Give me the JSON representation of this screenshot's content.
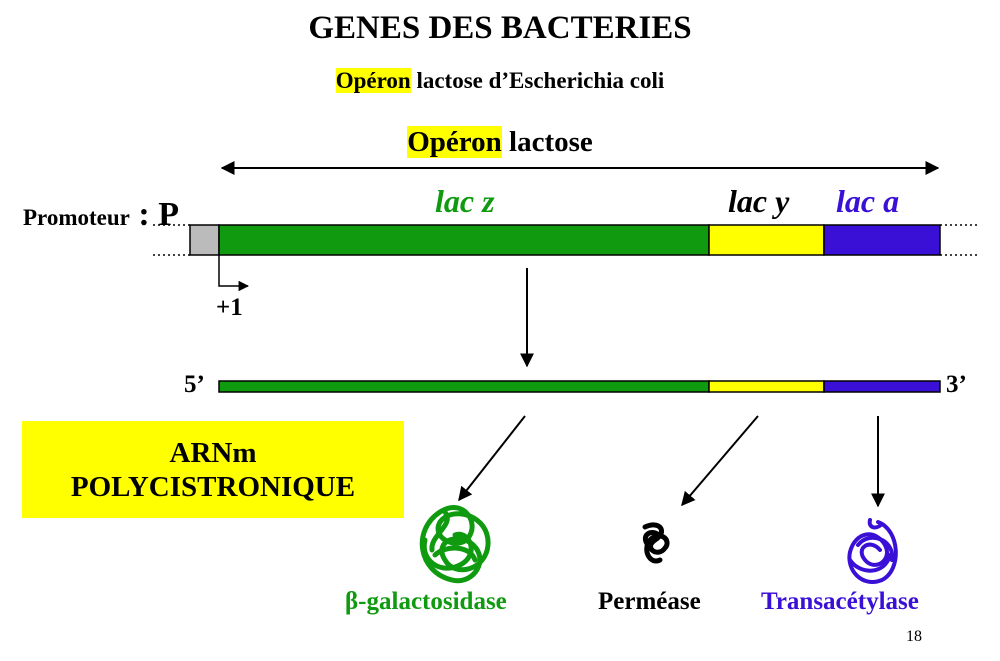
{
  "title": "GENES DES BACTERIES",
  "subtitle": {
    "highlight": "Opéron",
    "rest": " lactose d’Escherichia coli"
  },
  "operon_label": {
    "highlight": "Opéron",
    "rest": " lactose"
  },
  "promoter": {
    "label": "Promoteur",
    "colon": " : ",
    "letter": "P"
  },
  "genes": [
    {
      "name": "lac z",
      "color": "#0f9a0f"
    },
    {
      "name": "lac y",
      "color": "#000000"
    },
    {
      "name": "lac a",
      "color": "#3a0fd6"
    }
  ],
  "start_site": "+1",
  "mrna": {
    "five_end": "5’",
    "three_end": "3’"
  },
  "arnm_box": {
    "line1": "ARNm",
    "line2": "POLYCISTRONIQUE"
  },
  "proteins": [
    {
      "name": "β-galactosidase",
      "color": "#0f9a0f"
    },
    {
      "name": "Perméase",
      "color": "#000000"
    },
    {
      "name": "Transacétylase",
      "color": "#3a0fd6"
    }
  ],
  "colors": {
    "highlight": "#ffff00",
    "promoter_box": "#bbbbbb"
  },
  "page_number": "18"
}
